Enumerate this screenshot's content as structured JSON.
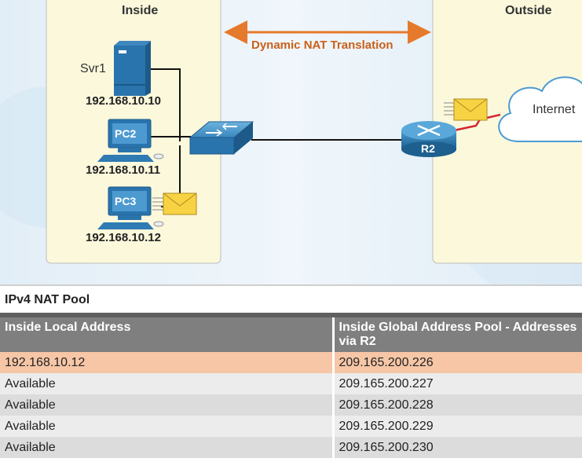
{
  "diagram": {
    "inside_label": "Inside",
    "outside_label": "Outside",
    "translation_label": "Dynamic NAT Translation",
    "server": {
      "name": "Svr1",
      "ip": "192.168.10.10"
    },
    "pc2": {
      "name": "PC2",
      "ip": "192.168.10.11"
    },
    "pc3": {
      "name": "PC3",
      "ip": "192.168.10.12"
    },
    "router": {
      "name": "R2"
    },
    "cloud": {
      "name": "Internet"
    },
    "colors": {
      "inside_zone": "#fbf8dc",
      "arrow": "#e57a2c",
      "router": "#2e7fb3",
      "envelope": "#f7d343"
    }
  },
  "pool": {
    "title": "IPv4 NAT Pool",
    "columns": [
      "Inside Local Address",
      "Inside Global Address Pool - Addresses via R2"
    ],
    "rows": [
      {
        "local": "192.168.10.12",
        "global": "209.165.200.226",
        "highlight": true
      },
      {
        "local": "Available",
        "global": "209.165.200.227"
      },
      {
        "local": "Available",
        "global": "209.165.200.228"
      },
      {
        "local": "Available",
        "global": "209.165.200.229"
      },
      {
        "local": "Available",
        "global": "209.165.200.230"
      }
    ]
  }
}
